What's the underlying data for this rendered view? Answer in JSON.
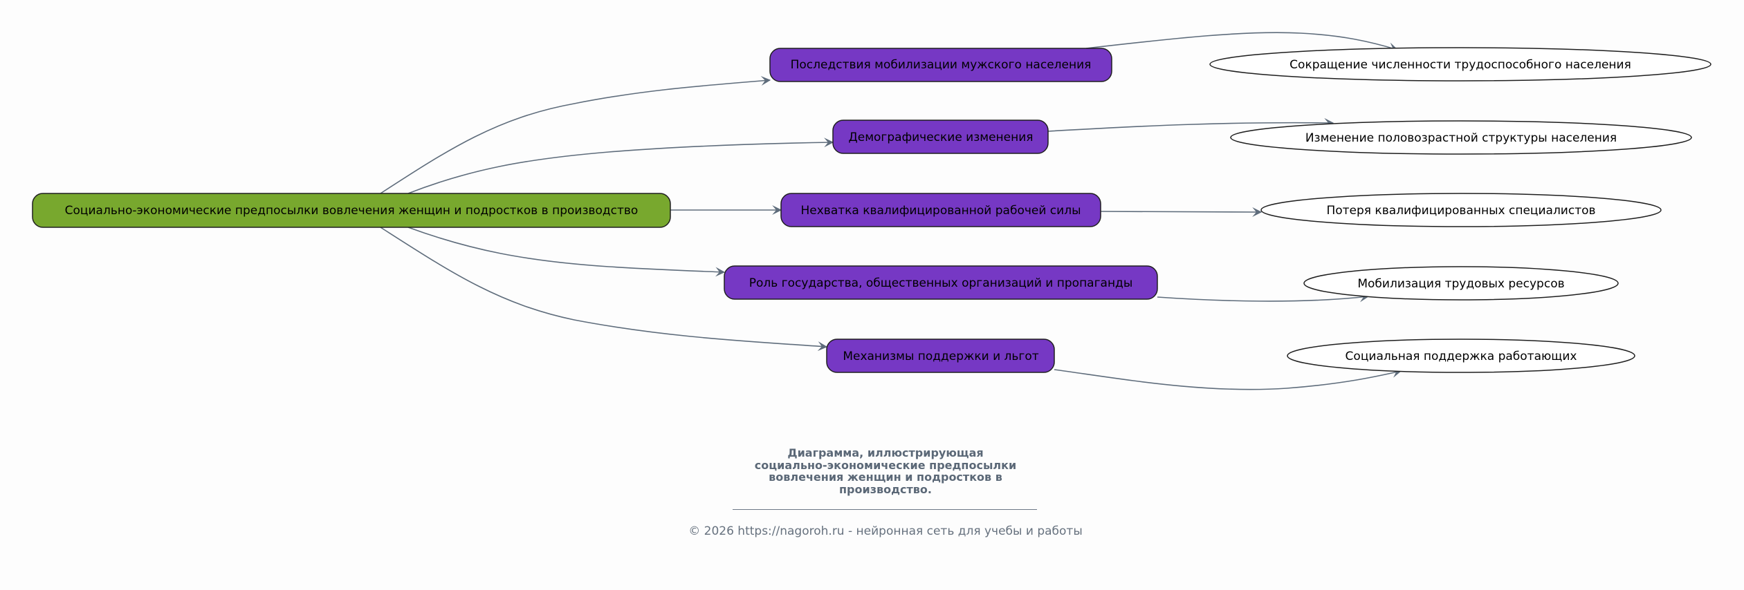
{
  "diagram": {
    "root": {
      "label": "Социально-экономические предпосылки вовлечения женщин и подростков в производство",
      "color": "#78a82e"
    },
    "branch_color": "#7638c4",
    "edge_color": "#5e6c7b",
    "branches": [
      {
        "label": "Последствия мобилизации мужского населения",
        "outcome": "Сокращение численности трудоспособного населения"
      },
      {
        "label": "Демографические изменения",
        "outcome": "Изменение половозрастной структуры населения"
      },
      {
        "label": "Нехватка квалифицированной рабочей силы",
        "outcome": "Потеря квалифицированных специалистов"
      },
      {
        "label": "Роль государства, общественных организаций и пропаганды",
        "outcome": "Мобилизация трудовых ресурсов"
      },
      {
        "label": "Механизмы поддержки и льгот",
        "outcome": "Социальная поддержка работающих"
      }
    ]
  },
  "caption": {
    "lines": [
      "Диаграмма, иллюстрирующая",
      "социально-экономические предпосылки",
      "вовлечения женщин и подростков в",
      "производство."
    ]
  },
  "footer": {
    "text": "© 2026 https://nagoroh.ru - нейронная сеть для учебы и работы"
  }
}
